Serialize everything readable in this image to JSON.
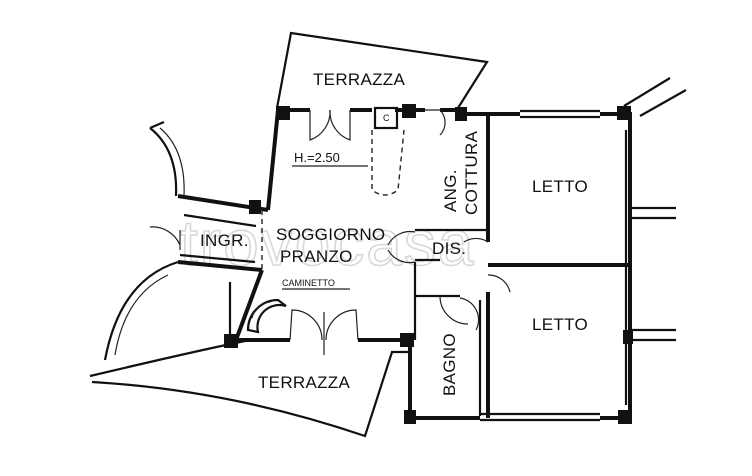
{
  "floorplan": {
    "rooms": {
      "terrace_top": "TERRAZZA",
      "height_note": "H.=2.50",
      "closet_mark": "C",
      "kitchen_line1": "ANG.",
      "kitchen_line2": "COTTURA",
      "bedroom_1": "LETTO",
      "entrance": "INGR.",
      "living_line1": "SOGGIORNO",
      "living_line2": "PRANZO",
      "hallway": "DIS.",
      "fireplace": "CAMINETTO",
      "bedroom_2": "LETTO",
      "bathroom": "BAGNO",
      "terrace_bottom": "TERRAZZA"
    },
    "watermark": "trovocasa"
  }
}
